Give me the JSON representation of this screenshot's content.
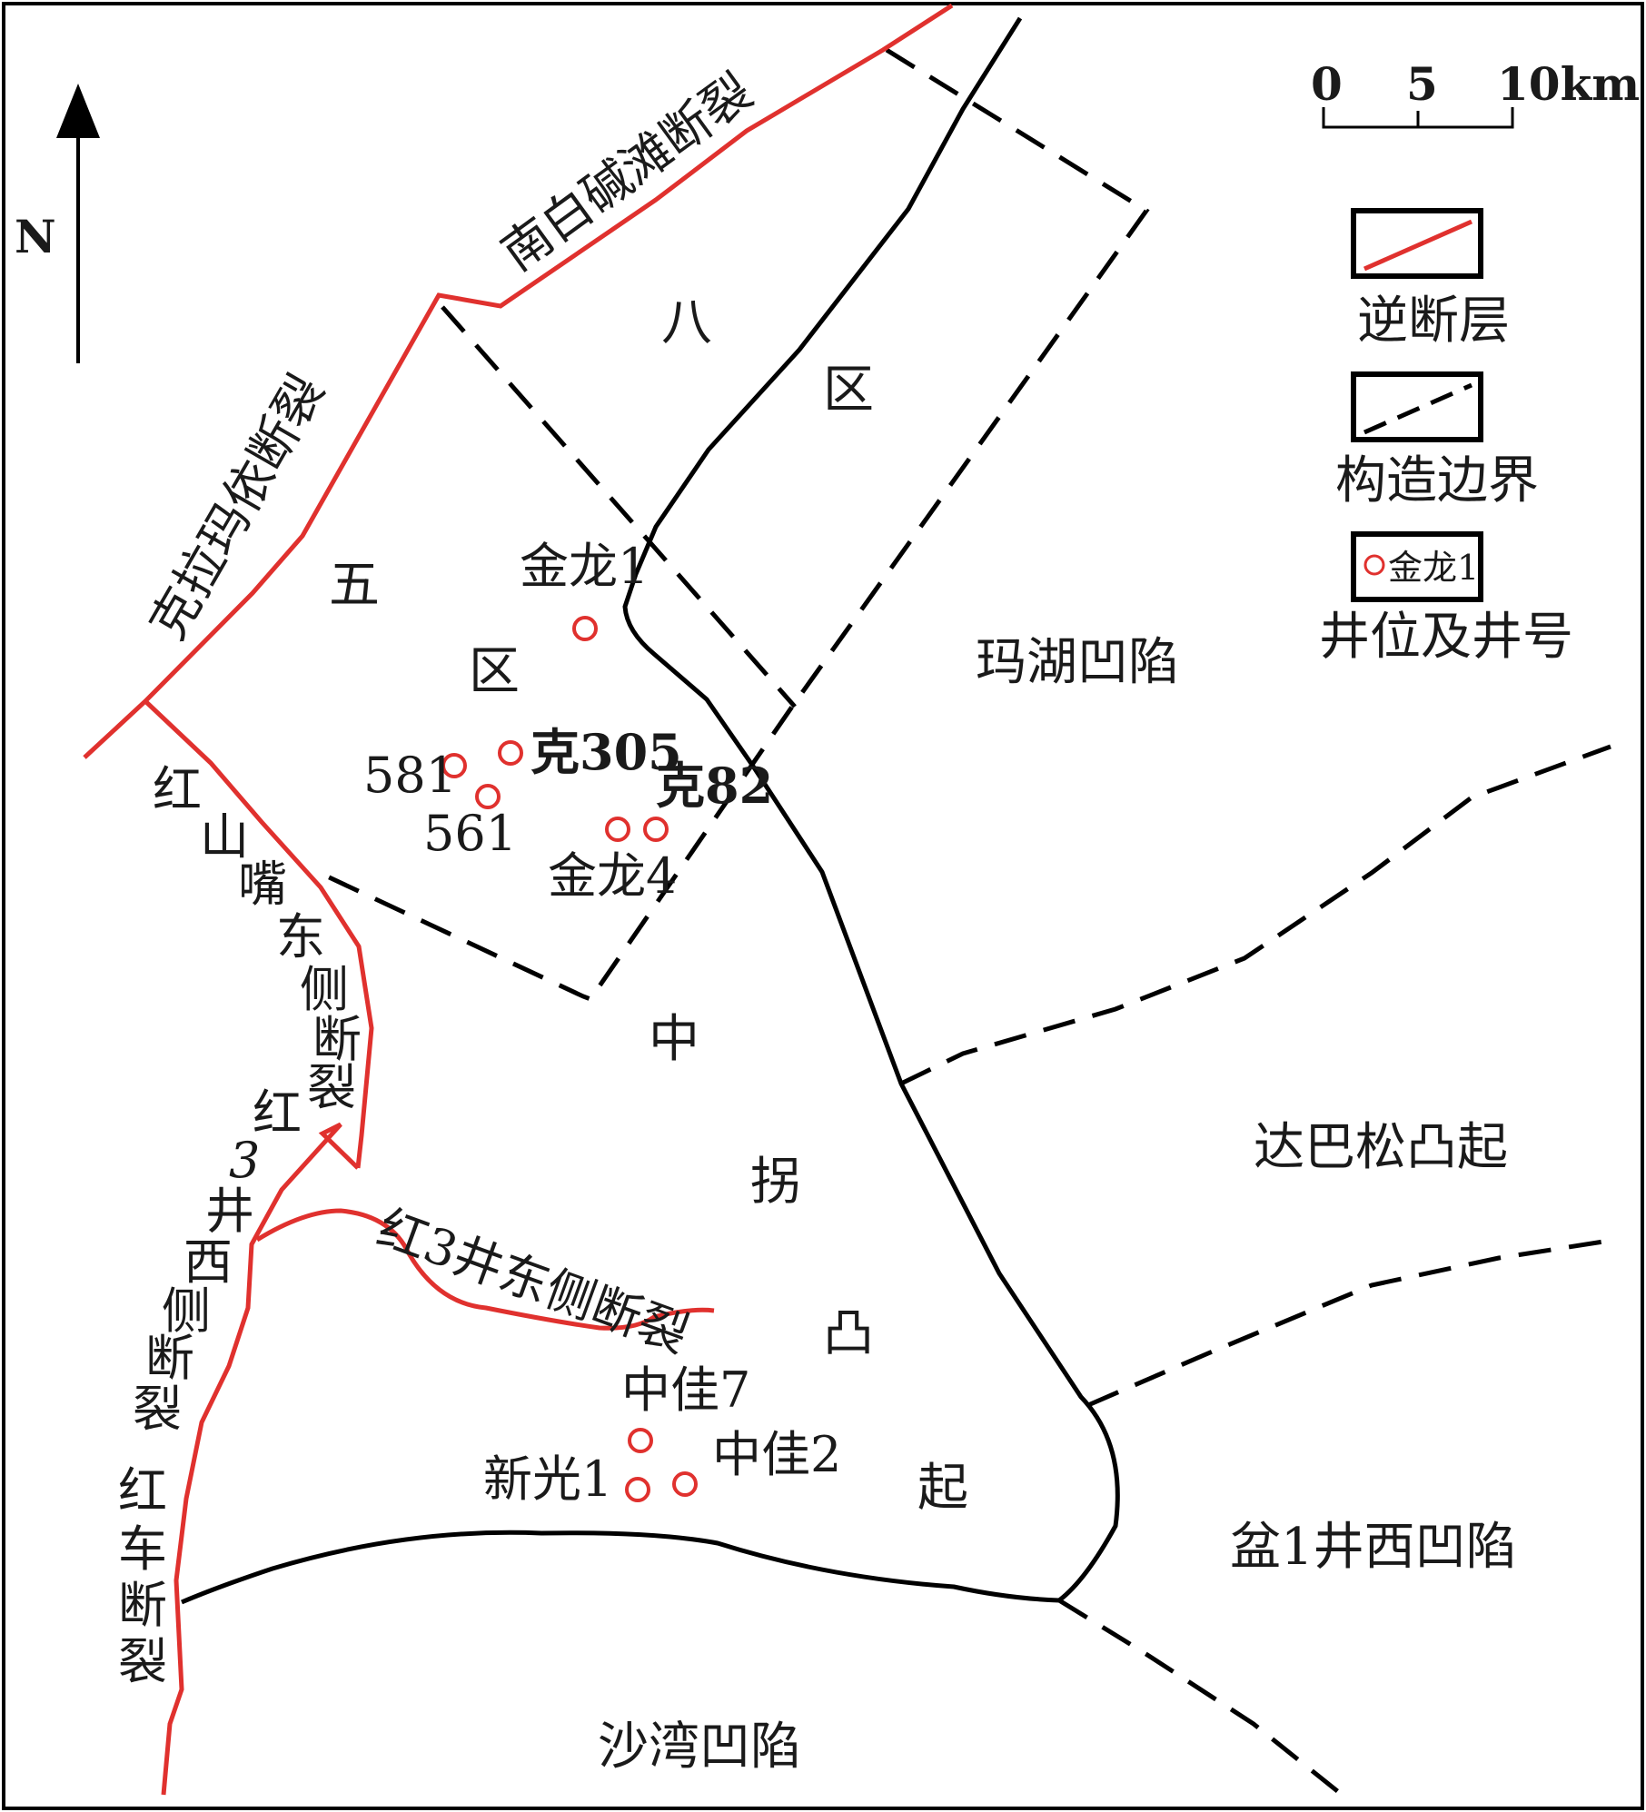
{
  "north": {
    "label": "N"
  },
  "scale": {
    "ticks": [
      "0",
      "5",
      "10km"
    ]
  },
  "legend": {
    "reverse_fault": "逆断层",
    "structural_boundary": "构造边界",
    "well_sample": "金龙1",
    "well_caption": "井位及井号"
  },
  "faults": {
    "nanbai": "南白碱滩断裂",
    "kela": "克拉玛依断裂",
    "hongshanzui": [
      "红",
      "山",
      "嘴",
      "东",
      "侧",
      "断",
      "裂"
    ],
    "hong3_west": [
      "红",
      "3",
      "井",
      "西",
      "侧",
      "断",
      "裂"
    ],
    "hong3_east": "红3井东侧断裂",
    "hongche": [
      "红",
      "车",
      "断",
      "裂"
    ]
  },
  "regions": {
    "ba": "八",
    "qu_8": "区",
    "wu": "五",
    "qu_5": "区",
    "zhongguai": [
      "中",
      "拐",
      "凸",
      "起"
    ],
    "mahu": "玛湖凹陷",
    "dabasong": "达巴松凸起",
    "pen1": "盆1井西凹陷",
    "shawan": "沙湾凹陷"
  },
  "wells": {
    "jinlong1": "金龙1",
    "ke305": "克305",
    "w581": "581",
    "w561": "561",
    "ke82": "克82",
    "jinlong4": "金龙4",
    "zhongjia7": "中佳7",
    "zhongjia2": "中佳2",
    "xinguang1": "新光1"
  },
  "colors": {
    "fault": "#e0312e",
    "boundary": "#000000",
    "well": "#e0312e"
  }
}
